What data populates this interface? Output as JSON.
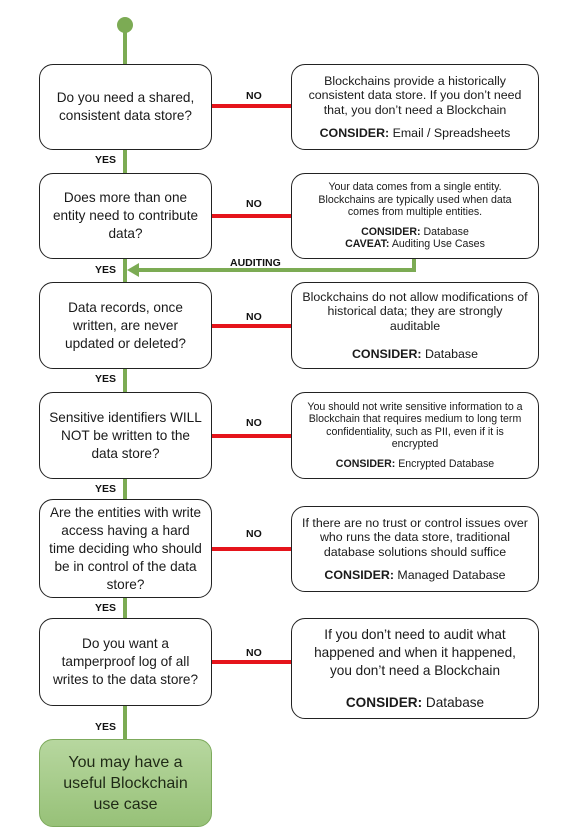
{
  "connector_colors": {
    "yes_path": "#7cab54",
    "no_arrow": "#e5141b"
  },
  "final_fill": "#a9cf8c",
  "questions": [
    "Do you need a shared, consistent data store?",
    "Does more than one entity need to contribute data?",
    "Data records, once written, are never updated or deleted?",
    "Sensitive identifiers WILL NOT be written to the data store?",
    "Are the entities with write access having a hard time deciding who should be in control of the data store?",
    "Do you want a tamperproof log of all writes to the data store?"
  ],
  "answers": [
    {
      "text": "Blockchains provide a historically consistent data store. If you don’t need that, you don’t need a Blockchain",
      "consider_label": "CONSIDER:",
      "consider": "Email / Spreadsheets"
    },
    {
      "text": "Your data comes from a single entity. Blockchains are typically used when data comes from multiple entities.",
      "consider_label": "CONSIDER:",
      "consider": "Database",
      "caveat_label": "CAVEAT:",
      "caveat": "Auditing Use Cases"
    },
    {
      "text": "Blockchains do not allow modifications of historical data; they are strongly auditable",
      "consider_label": "CONSIDER:",
      "consider": "Database"
    },
    {
      "text": "You should not write sensitive information to a Blockchain that requires medium to long term confidentiality, such as PII, even if it is encrypted",
      "consider_label": "CONSIDER:",
      "consider": "Encrypted Database"
    },
    {
      "text": "If there are no trust or control issues over who runs the data store, traditional database solutions should suffice",
      "consider_label": "CONSIDER:",
      "consider": "Managed Database"
    },
    {
      "text": "If you don’t need to audit what happened and when it happened, you don’t need a Blockchain",
      "consider_label": "CONSIDER:",
      "consider": "Database"
    }
  ],
  "labels": {
    "yes": "YES",
    "no": "NO",
    "auditing": "AUDITING"
  },
  "final": "You may have a useful Blockchain use case"
}
